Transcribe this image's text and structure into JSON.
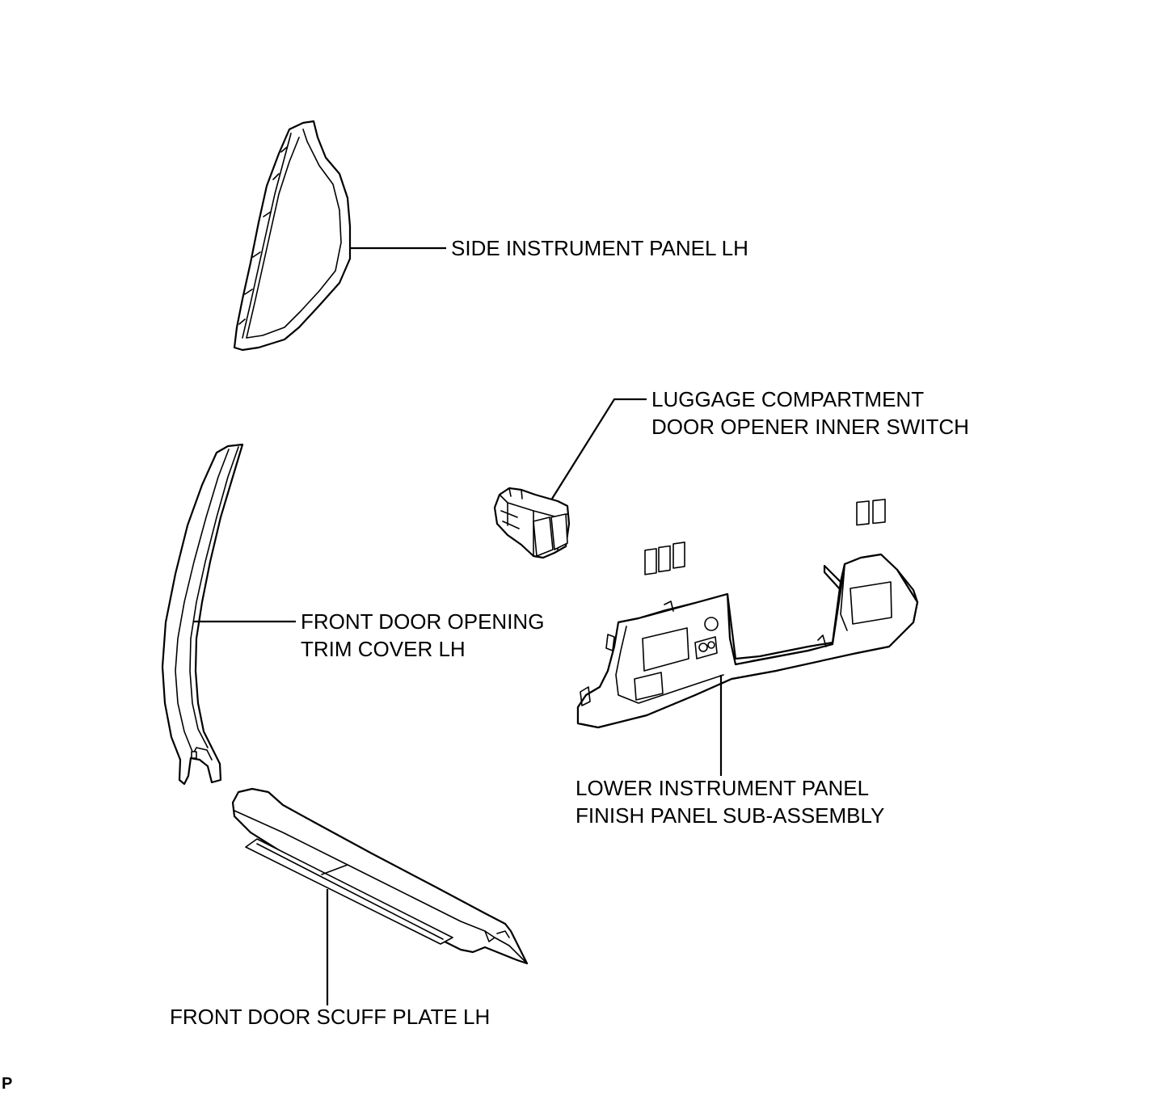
{
  "labels": {
    "side_instrument_panel": {
      "line1": "SIDE INSTRUMENT PANEL LH"
    },
    "luggage_switch": {
      "line1": "LUGGAGE COMPARTMENT",
      "line2": "DOOR OPENER INNER SWITCH"
    },
    "front_door_trim": {
      "line1": "FRONT DOOR OPENING",
      "line2": "TRIM COVER LH"
    },
    "lower_instrument_panel": {
      "line1": "LOWER INSTRUMENT PANEL",
      "line2": "FINISH PANEL SUB-ASSEMBLY"
    },
    "scuff_plate": {
      "line1": "FRONT DOOR SCUFF PLATE LH"
    }
  },
  "page_code": "P"
}
